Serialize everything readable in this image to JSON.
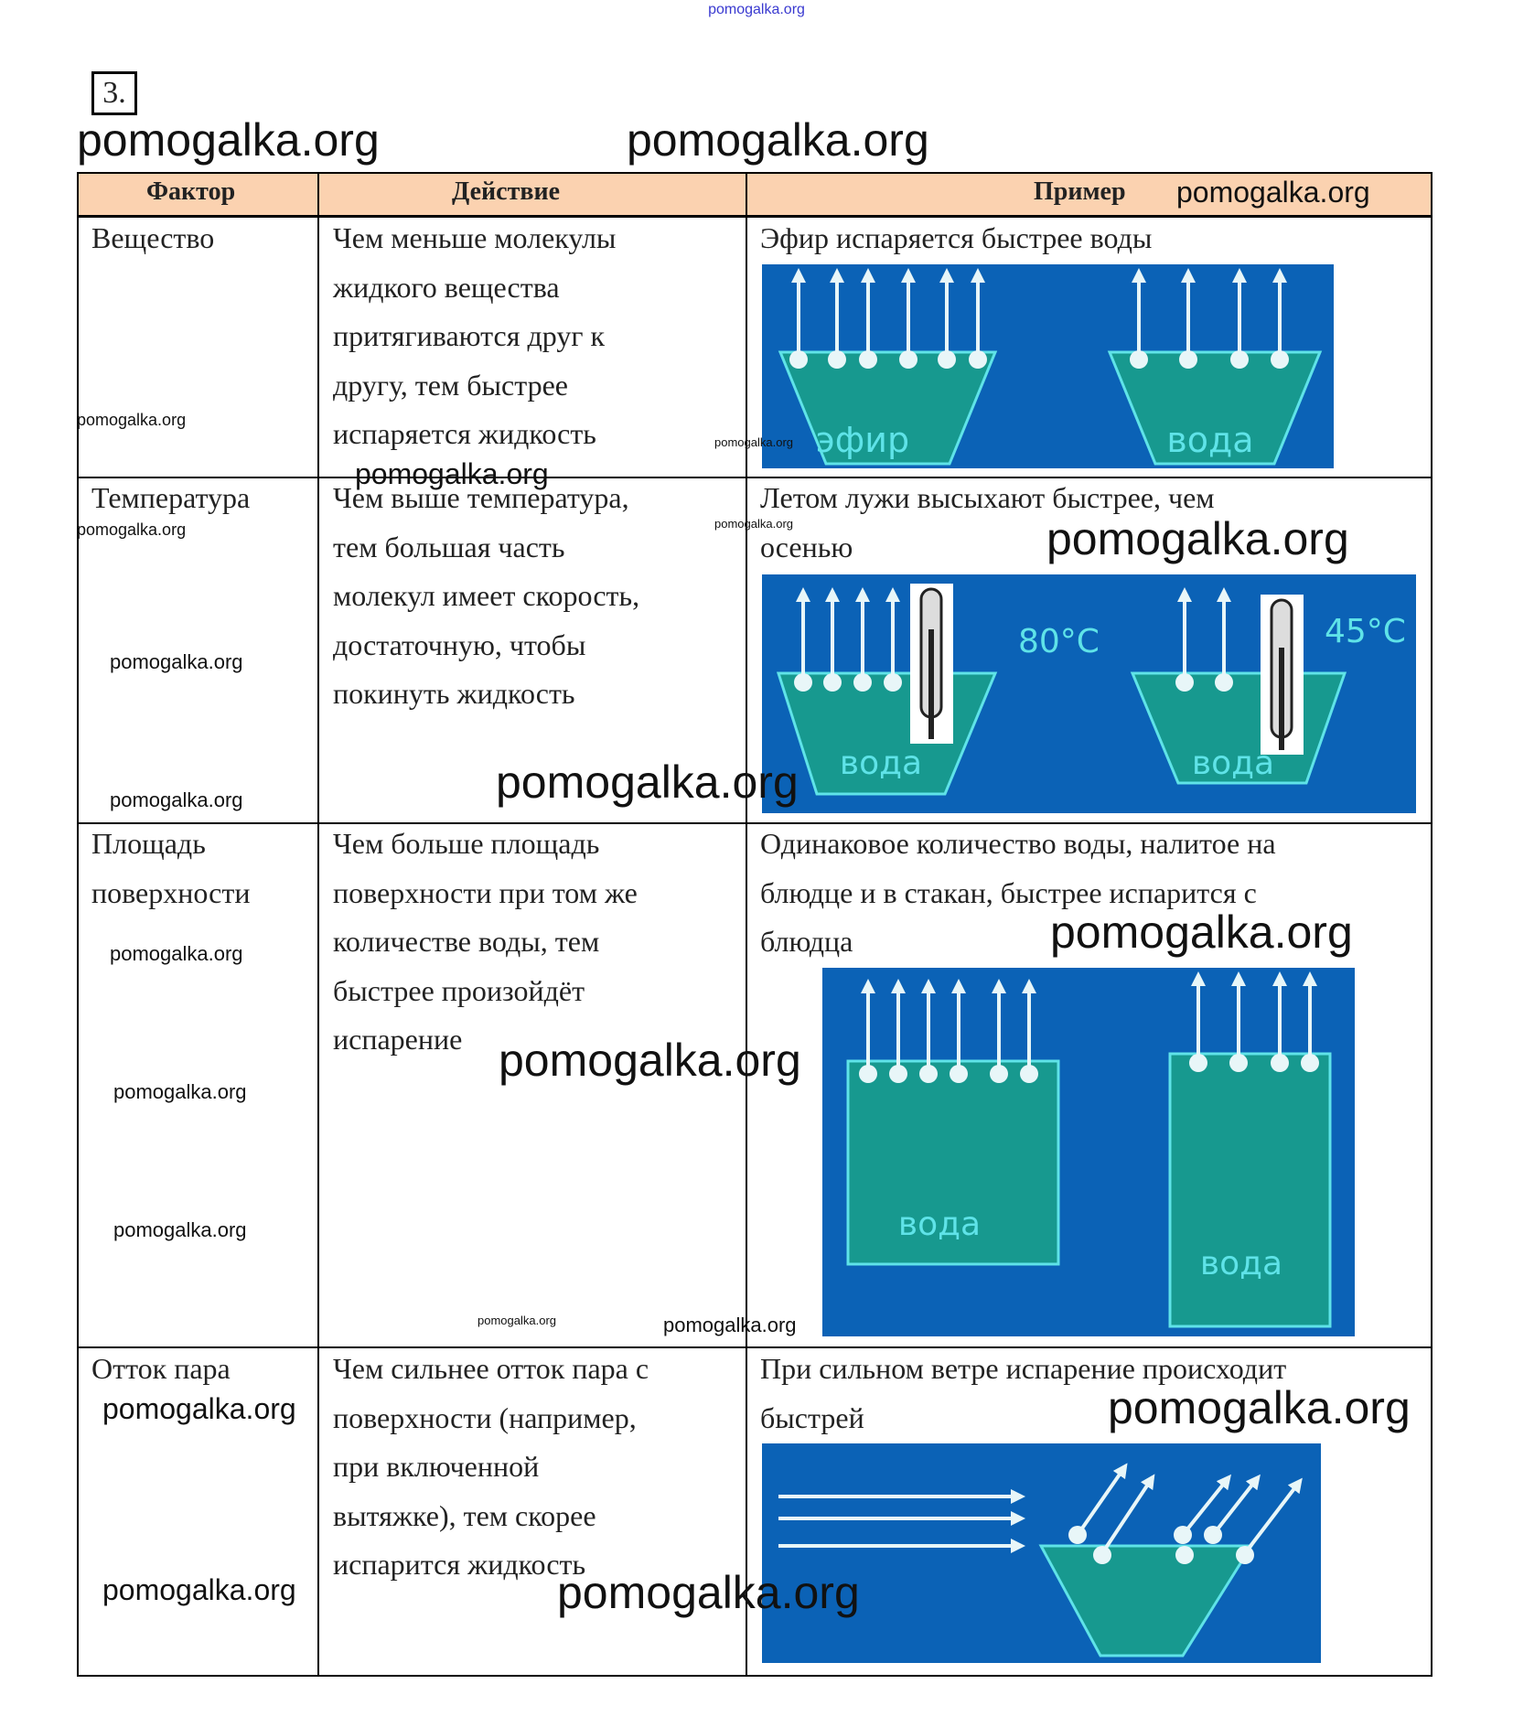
{
  "top_watermark": "pomogalka.org",
  "task_number": "3.",
  "watermark": "pomogalka.org",
  "header": {
    "factor": "Фактор",
    "action": "Действие",
    "example": "Пример"
  },
  "rows": [
    {
      "factor": [
        "Вещество"
      ],
      "action": [
        "Чем меньше молекулы",
        "жидкого вещества",
        "притягиваются друг к",
        "другу, тем быстрее",
        "испаряется жидкость"
      ],
      "example": [
        "Эфир испаряется быстрее воды"
      ],
      "labels": [
        "эфир",
        "вода"
      ]
    },
    {
      "factor": [
        "Температура"
      ],
      "action": [
        "Чем выше температура,",
        "тем большая часть",
        "молекул имеет скорость,",
        "достаточную, чтобы",
        "покинуть жидкость"
      ],
      "example": [
        "Летом лужи высыхают быстрее, чем",
        "осенью"
      ],
      "labels": [
        "вода",
        "вода"
      ],
      "temps": [
        "80°C",
        "45°C"
      ]
    },
    {
      "factor": [
        "Площадь",
        "поверхности"
      ],
      "action": [
        "Чем больше площадь",
        "поверхности при том же",
        "количестве воды, тем",
        "быстрее произойдёт",
        "испарение"
      ],
      "example": [
        "Одинаковое количество воды, налитое на",
        "блюдце и в стакан, быстрее испарится с",
        "блюдца"
      ],
      "labels": [
        "вода",
        "вода"
      ]
    },
    {
      "factor": [
        "Отток пара"
      ],
      "action": [
        "Чем сильнее отток пара с",
        "поверхности (например,",
        "при включенной",
        "вытяжке), тем скорее",
        "испарится жидкость"
      ],
      "example": [
        "При сильном ветре испарение происходит",
        "быстрей"
      ]
    }
  ],
  "colors": {
    "header_bg": "#fbd2b0",
    "diagram_bg": "#0b62b6",
    "liquid": "#17998f",
    "outline": "#5fe3e8"
  }
}
